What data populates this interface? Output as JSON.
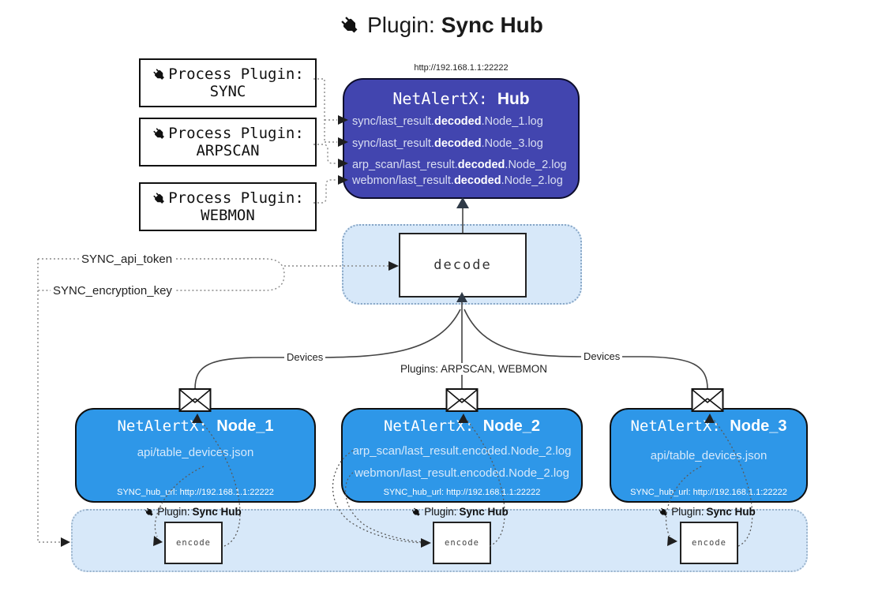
{
  "title": {
    "prefix": "Plugin:",
    "name": "Sync Hub"
  },
  "process_plugins": [
    {
      "label": "Process Plugin:",
      "name": "SYNC"
    },
    {
      "label": "Process Plugin:",
      "name": "ARPSCAN"
    },
    {
      "label": "Process Plugin:",
      "name": "WEBMON"
    }
  ],
  "hub": {
    "url": "http://192.168.1.1:22222",
    "title_prefix": "NetAlertX:",
    "title_name": "Hub",
    "logs": [
      {
        "pre": "sync/last_result.",
        "bold": "decoded",
        "post": ".Node_1.log"
      },
      {
        "pre": "sync/last_result.",
        "bold": "decoded",
        "post": ".Node_3.log"
      },
      {
        "pre": "arp_scan/last_result.",
        "bold": "decoded",
        "post": ".Node_2.log"
      },
      {
        "pre": "webmon/last_result.",
        "bold": "decoded",
        "post": ".Node_2.log"
      }
    ]
  },
  "decode_box": {
    "label": "decode"
  },
  "secrets": {
    "api_token": "SYNC_api_token",
    "encryption_key": "SYNC_encryption_key"
  },
  "edge_labels": {
    "devices_left": "Devices",
    "plugins_mid": "Plugins: ARPSCAN, WEBMON",
    "devices_right": "Devices"
  },
  "nodes": [
    {
      "title_prefix": "NetAlertX:",
      "name": "Node_1",
      "files": [
        "api/table_devices.json"
      ],
      "hub_url": "SYNC_hub_url: http://192.168.1.1:22222"
    },
    {
      "title_prefix": "NetAlertX:",
      "name": "Node_2",
      "files": [
        "arp_scan/last_result.encoded.Node_2.log",
        "webmon/last_result.encoded.Node_2.log"
      ],
      "hub_url": "SYNC_hub_url: http://192.168.1.1:22222"
    },
    {
      "title_prefix": "NetAlertX:",
      "name": "Node_3",
      "files": [
        "api/table_devices.json"
      ],
      "hub_url": "SYNC_hub_url: http://192.168.1.1:22222"
    }
  ],
  "encode_band": {
    "plugin_prefix": "Plugin:",
    "plugin_name": "Sync Hub",
    "encode_label": "encode"
  },
  "colors": {
    "hub_bg": "#4245af",
    "node_bg": "#2e97e8",
    "band_bg": "#d7e8f9",
    "node_text": "#d6e9fb",
    "hub_text": "#d9def2"
  }
}
